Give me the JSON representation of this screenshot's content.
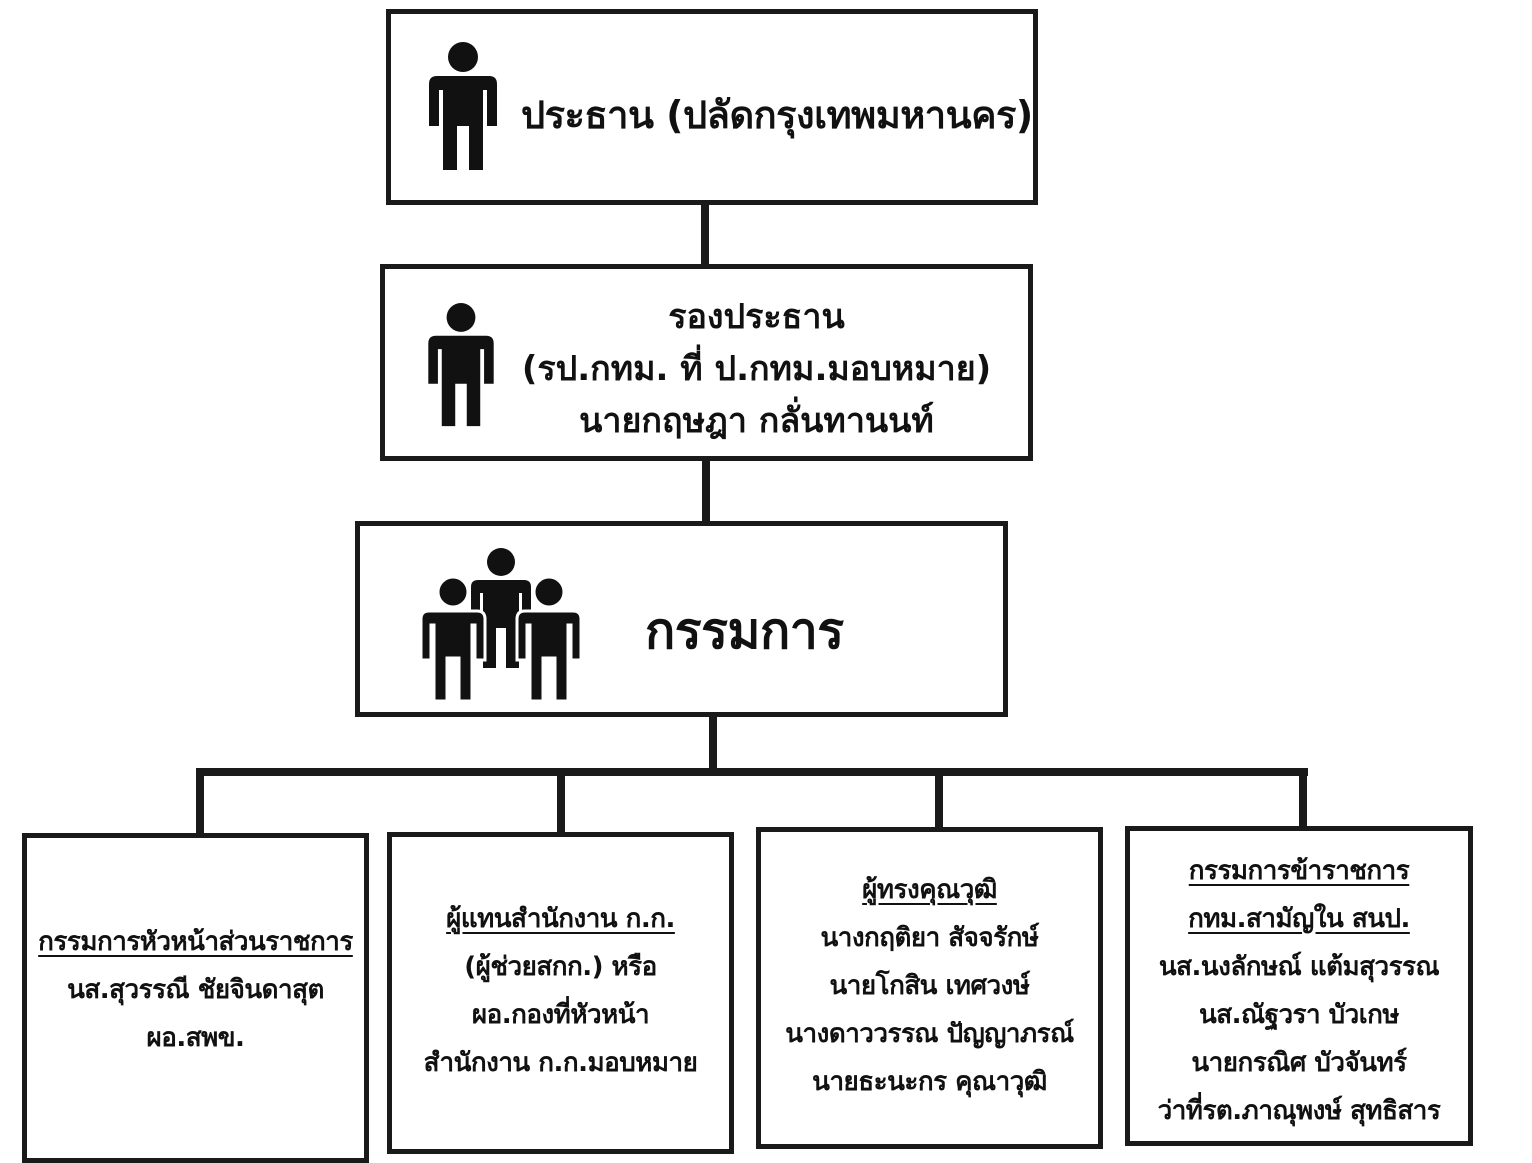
{
  "chair": {
    "label": "ประธาน (ปลัดกรุงเทพมหานคร)"
  },
  "vice": {
    "title": "รองประธาน",
    "subtitle": "(รป.กทม. ที่ ป.กทม.มอบหมาย)",
    "name": "นายกฤษฎา กลั่นทานนท์"
  },
  "committee": {
    "label": "กรรมการ"
  },
  "members": [
    {
      "heading": "กรรมการหัวหน้าส่วนราชการ",
      "lines": [
        "นส.สุวรรณี ชัยจินดาสุต",
        "ผอ.สพข."
      ]
    },
    {
      "heading": "ผู้แทนสำนักงาน ก.ก.",
      "lines": [
        "(ผู้ช่วยสกก.) หรือ",
        "ผอ.กองที่หัวหน้า",
        "สำนักงาน ก.ก.มอบหมาย"
      ]
    },
    {
      "heading": "ผู้ทรงคุณวุฒิ",
      "lines": [
        "นางกฤติยา สัจจรักษ์",
        "นายโกสิน เทศวงษ์",
        "นางดาววรรณ ปัญญาภรณ์",
        "นายธะนะกร คุณาวุฒิ"
      ]
    },
    {
      "heading": "กรรมการข้าราชการ",
      "heading2": "กทม.สามัญใน สนป.",
      "lines": [
        "นส.นงลักษณ์ แต้มสุวรรณ",
        "นส.ณัฐวรา บัวเกษ",
        "นายกรณิศ บัวจันทร์",
        "ว่าที่รต.ภาณุพงษ์ สุทธิสาร"
      ]
    }
  ]
}
